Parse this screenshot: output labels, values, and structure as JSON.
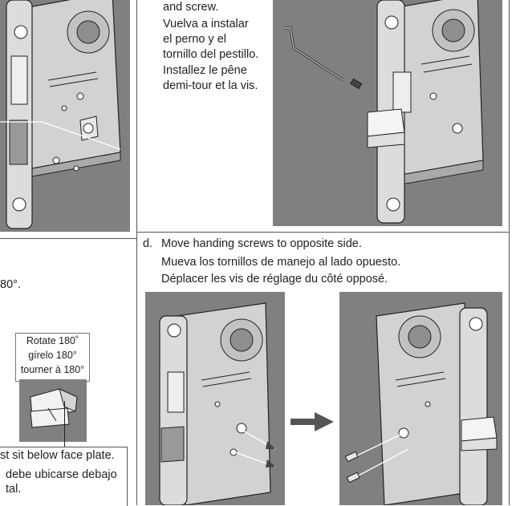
{
  "step_c": {
    "english_tail": "and screw.",
    "spanish": [
      "Vuelva a instalar",
      "el perno y el",
      "tornillo del pestillo."
    ],
    "french": [
      "Installez le pêne",
      "demi-tour et la vis."
    ]
  },
  "step_d": {
    "letter": "d.",
    "english": "Move handing screws to opposite side.",
    "spanish": "Mueva los tornillos de manejo al lado opuesto.",
    "french": "Déplacer les vis de réglage du côté opposé."
  },
  "left_fragments": {
    "degrees": "80°.",
    "face_plate": "st sit below face plate.",
    "spanish_1": "debe ubicarse debajo",
    "spanish_2": "tal."
  },
  "rotate_callout": {
    "english": "Rotate 180˚",
    "spanish": "gírelo 180°",
    "french": "tourner à 180°"
  },
  "colors": {
    "panel": "#808080",
    "body": "#cfcfcf",
    "line": "#222222",
    "arrow": "#555555"
  }
}
